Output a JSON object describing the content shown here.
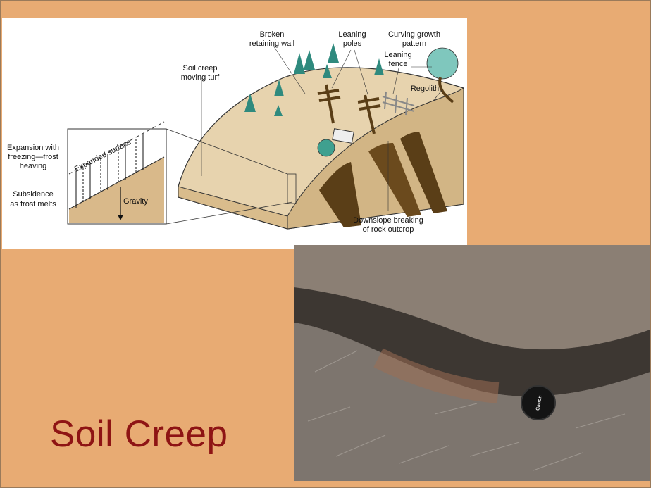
{
  "slide": {
    "title": "Soil Creep"
  },
  "diagram": {
    "labels": {
      "broken_wall_1": "Broken",
      "broken_wall_2": "retaining wall",
      "leaning_poles_1": "Leaning",
      "leaning_poles_2": "poles",
      "curving_growth_1": "Curving growth",
      "curving_growth_2": "pattern",
      "leaning_fence_1": "Leaning",
      "leaning_fence_2": "fence",
      "regolith": "Regolith",
      "soil_creep_1": "Soil creep",
      "soil_creep_2": "moving turf",
      "expansion_1": "Expansion with",
      "expansion_2": "freezing—frost",
      "expansion_3": "heaving",
      "expanded_surface": "Expanded surface",
      "subsidence_1": "Subsidence",
      "subsidence_2": "as frost melts",
      "gravity": "Gravity",
      "downslope_1": "Downslope breaking",
      "downslope_2": "of rock outcrop"
    }
  },
  "photo": {
    "lens_cap_text": "Canon"
  },
  "colors": {
    "background": "#E8AB73",
    "title": "#8E1414"
  }
}
